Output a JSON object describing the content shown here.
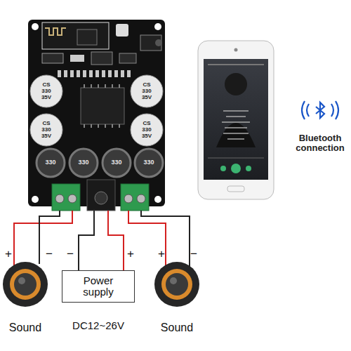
{
  "diagram": {
    "nodes": [
      {
        "text": [
          "Sound"
        ]
      },
      {
        "text": [
          "Power supply"
        ]
      },
      {
        "text": [
          "Sound"
        ]
      }
    ],
    "labels": [
      "+",
      "−",
      "−",
      "+",
      "+",
      "−",
      "DC12~26V",
      "Bluetooth connection",
      "CS",
      "330",
      "35V",
      "CS",
      "330",
      "35V",
      "CS",
      "330",
      "35V",
      "CS",
      "330",
      "35V",
      "330",
      "330",
      "330",
      "330"
    ]
  }
}
